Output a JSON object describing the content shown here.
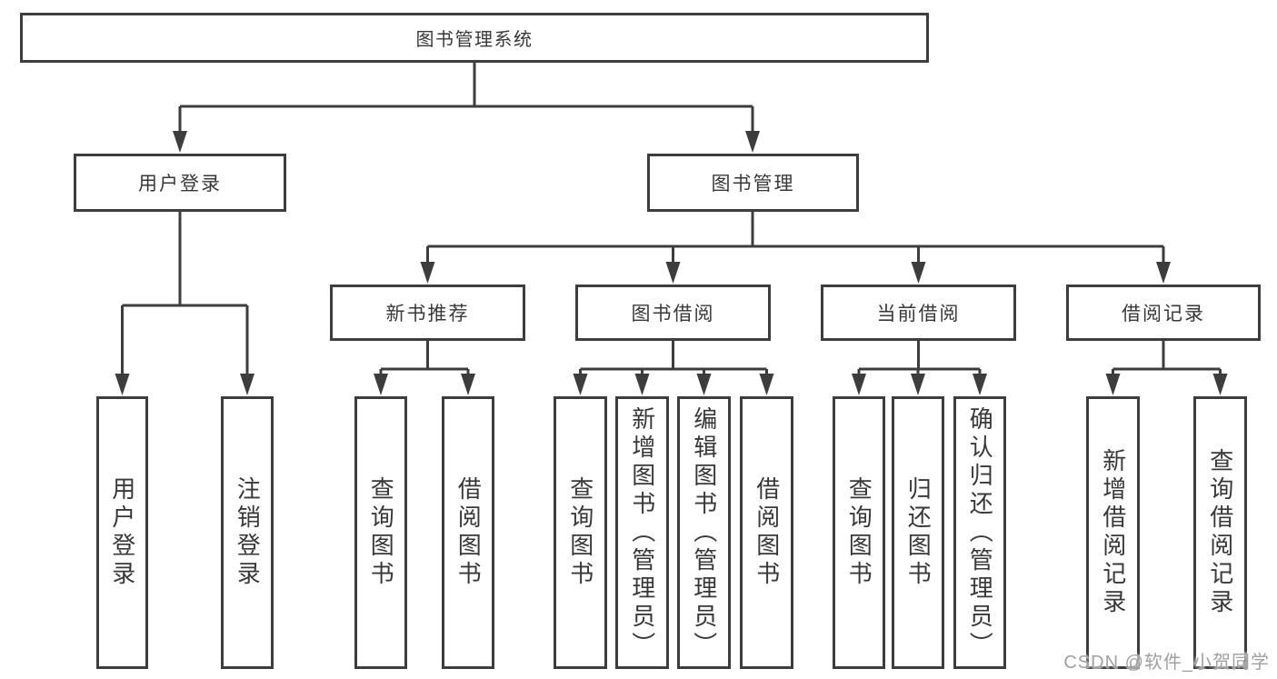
{
  "diagram": {
    "type": "tree",
    "line_color": "#3d3d3d",
    "box_border_color": "#3d3d3d",
    "box_fill": "#ffffff",
    "text_color": "#383838",
    "background": "#ffffff",
    "nodes": {
      "root": {
        "label": "图书管理系统"
      },
      "login": {
        "label": "用户登录"
      },
      "manage": {
        "label": "图书管理"
      },
      "login_leaf1": {
        "label": "用户登录"
      },
      "login_leaf2": {
        "label": "注销登录"
      },
      "rec": {
        "label": "新书推荐"
      },
      "borrow": {
        "label": "图书借阅"
      },
      "current": {
        "label": "当前借阅"
      },
      "records": {
        "label": "借阅记录"
      },
      "rec_leaf1": {
        "label": "查询图书"
      },
      "rec_leaf2": {
        "label": "借阅图书"
      },
      "borrow_leaf1": {
        "label": "查询图书"
      },
      "borrow_leaf2": {
        "label": "新增图书（管理员）"
      },
      "borrow_leaf3": {
        "label": "编辑图书（管理员）"
      },
      "borrow_leaf4": {
        "label": "借阅图书"
      },
      "current_leaf1": {
        "label": "查询图书"
      },
      "current_leaf2": {
        "label": "归还图书"
      },
      "current_leaf3": {
        "label": "确认归还（管理员）"
      },
      "records_leaf1": {
        "label": "新增借阅记录"
      },
      "records_leaf2": {
        "label": "查询借阅记录"
      }
    },
    "hierarchy": {
      "图书管理系统": {
        "用户登录": [
          "用户登录",
          "注销登录"
        ],
        "图书管理": {
          "新书推荐": [
            "查询图书",
            "借阅图书"
          ],
          "图书借阅": [
            "查询图书",
            "新增图书（管理员）",
            "编辑图书（管理员）",
            "借阅图书"
          ],
          "当前借阅": [
            "查询图书",
            "归还图书",
            "确认归还（管理员）"
          ],
          "借阅记录": [
            "新增借阅记录",
            "查询借阅记录"
          ]
        }
      }
    }
  },
  "watermark": {
    "text": "CSDN @软件_小贺同学",
    "color": "#a0a0a0"
  }
}
